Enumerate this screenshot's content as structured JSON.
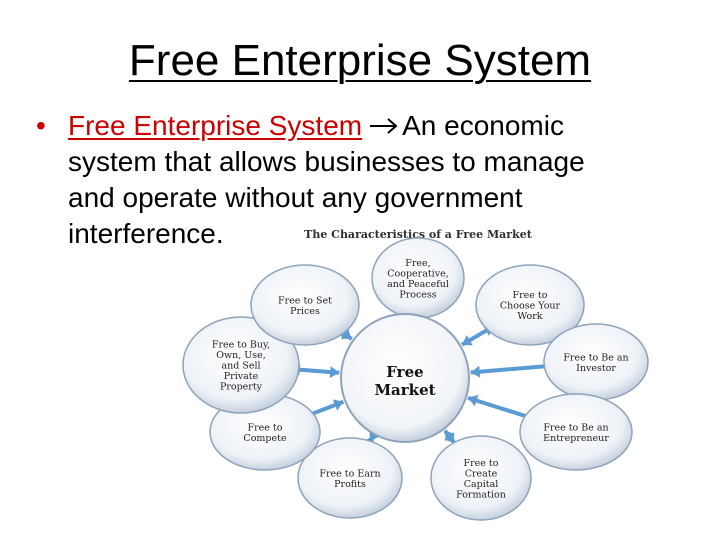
{
  "slide": {
    "title": "Free Enterprise System",
    "bullet": {
      "term": "Free Enterprise System",
      "arrow_icon": "right-arrow-icon",
      "definition_line1": "An economic",
      "definition_line2": "system that allows businesses to manage",
      "definition_line3": "and operate without any government",
      "definition_line4": "interference."
    }
  },
  "diagram": {
    "heading": "The Characteristics of a Free Market",
    "center": [
      "Free",
      "Market"
    ],
    "nodes": [
      {
        "lines": [
          "Free,",
          "Cooperative,",
          "and Peaceful",
          "Process"
        ]
      },
      {
        "lines": [
          "Free to",
          "Choose Your",
          "Work"
        ]
      },
      {
        "lines": [
          "Free to Be an",
          "Investor"
        ]
      },
      {
        "lines": [
          "Free to Be an",
          "Entrepreneur"
        ]
      },
      {
        "lines": [
          "Free to",
          "Create",
          "Capital",
          "Formation"
        ]
      },
      {
        "lines": [
          "Free to Earn",
          "Profits"
        ]
      },
      {
        "lines": [
          "Free to",
          "Compete"
        ]
      },
      {
        "lines": [
          "Free to Buy,",
          "Own, Use,",
          "and Sell",
          "Private",
          "Property"
        ]
      },
      {
        "lines": [
          "Free to Set",
          "Prices"
        ]
      }
    ]
  },
  "colors": {
    "title": "#000000",
    "term": "#cc0000",
    "bubble_edge": "#8ea3ba",
    "bubble_fill": "#e9eef5",
    "arrow": "#5b9bd5"
  }
}
